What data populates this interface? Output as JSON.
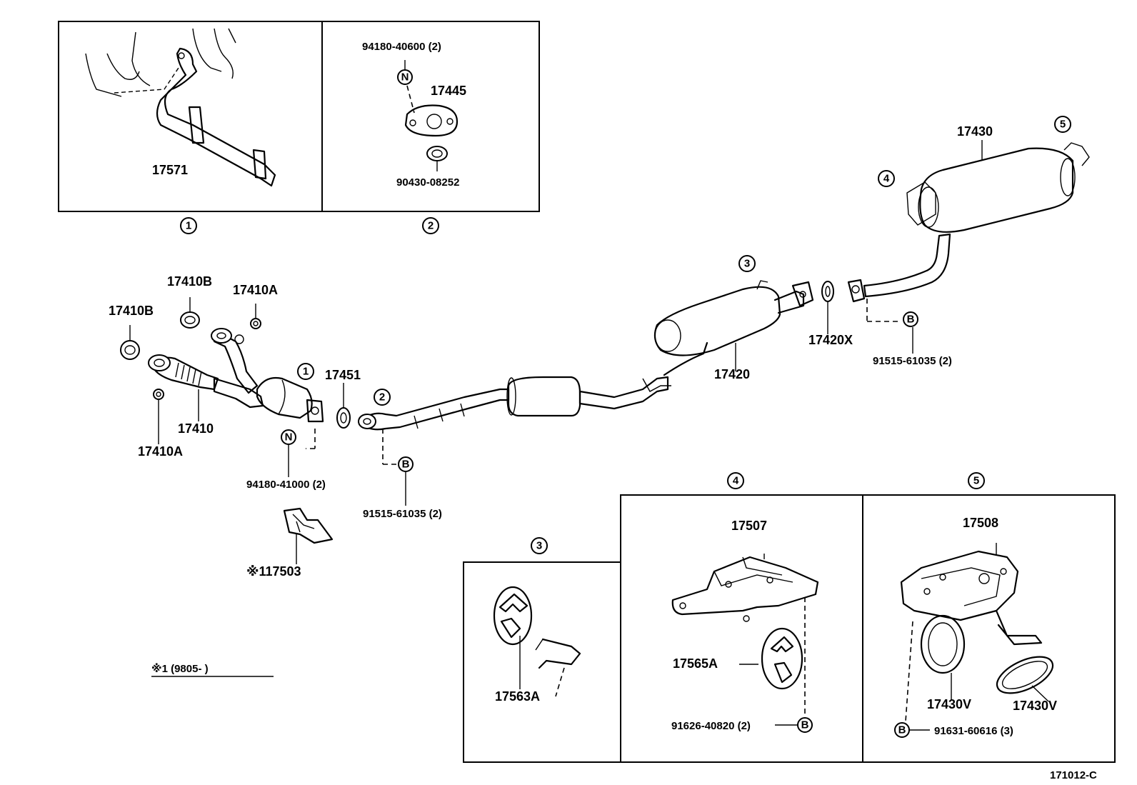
{
  "diagram_id": "171012-C",
  "footnote": "※1 (9805-        )",
  "detail_refs": [
    "1",
    "2",
    "3",
    "4",
    "5"
  ],
  "markers": {
    "N": "N",
    "B": "B"
  },
  "labels": {
    "l17571": "17571",
    "l94180_40600": "94180-40600 (2)",
    "l17445": "17445",
    "l90430_08252": "90430-08252",
    "l17410B_top": "17410B",
    "l17410A_top": "17410A",
    "l17410B_left": "17410B",
    "l17410": "17410",
    "l17410A_bottom": "17410A",
    "l17451": "17451",
    "l94180_41000": "94180-41000 (2)",
    "l17503": "※117503",
    "l91515_61035_a": "91515-61035 (2)",
    "l17420": "17420",
    "l17420X": "17420X",
    "l91515_61035_b": "91515-61035 (2)",
    "l17430": "17430",
    "l17507": "17507",
    "l17565A": "17565A",
    "l91626_40820": "91626-40820 (2)",
    "l17563A": "17563A",
    "l17508": "17508",
    "l17430V_a": "17430V",
    "l17430V_b": "17430V",
    "l91631_60616": "91631-60616 (3)"
  }
}
